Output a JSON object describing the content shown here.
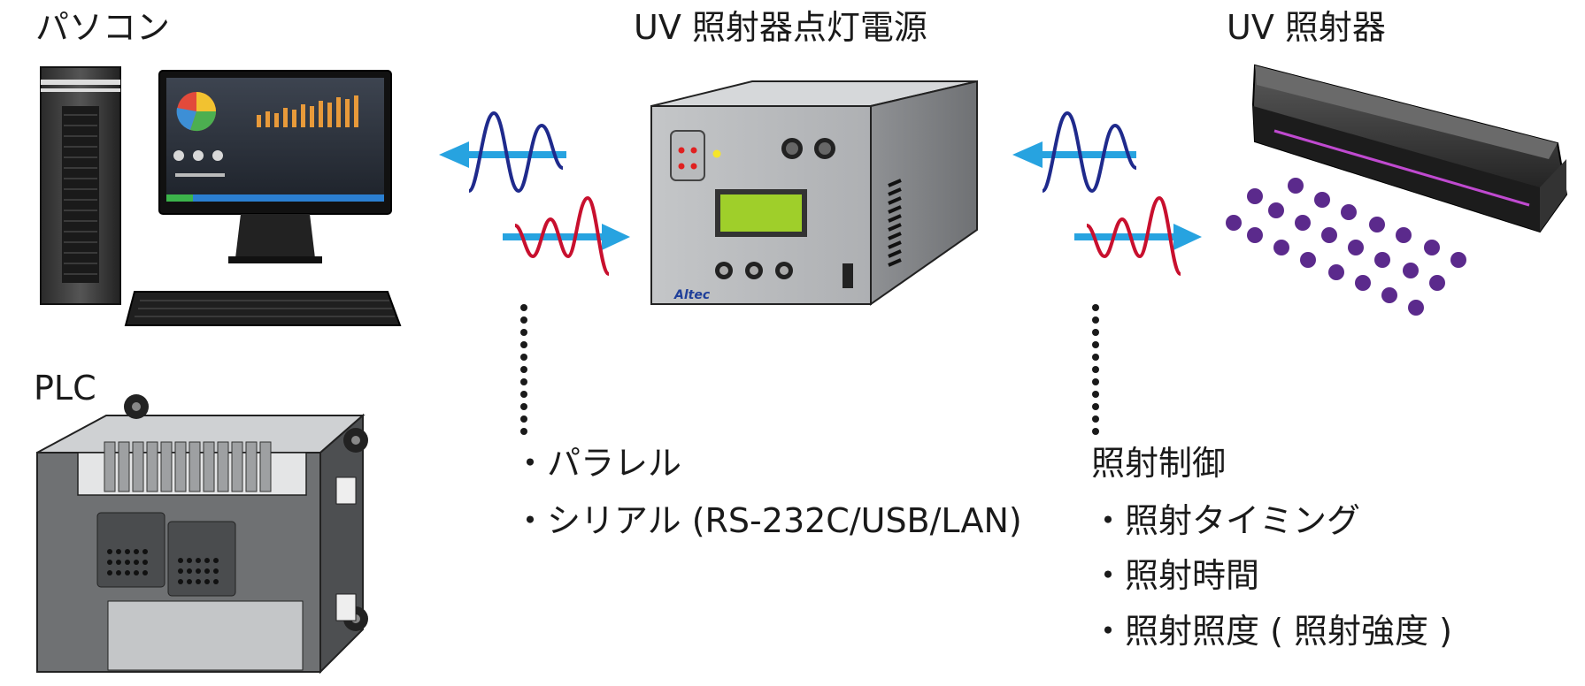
{
  "labels": {
    "pc": "パソコン",
    "plc": "PLC",
    "power_supply": "UV 照射器点灯電源",
    "irradiator": "UV 照射器",
    "brand": "Altec"
  },
  "comm_list": [
    "・パラレル",
    "・シリアル (RS-232C/USB/LAN)"
  ],
  "control": {
    "title": "照射制御",
    "items": [
      "・照射タイミング",
      "・照射時間",
      "・照射照度 ( 照射強度 )"
    ]
  },
  "colors": {
    "arrow": "#27a3e0",
    "wave_blue": "#1f2a8c",
    "wave_red": "#c8102e",
    "uv_dot": "#5b2a8c",
    "lcd": "#9fcf2a"
  }
}
